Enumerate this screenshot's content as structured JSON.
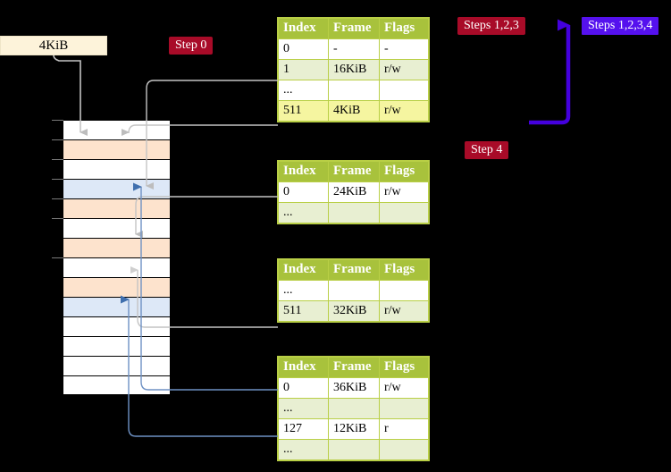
{
  "labels": {
    "size_box": "4KiB",
    "step0": "Step 0",
    "steps123": "Steps 1,2,3",
    "steps1234": "Steps 1,2,3,4",
    "step4": "Step 4"
  },
  "colors": {
    "badge_red": "#a80b28",
    "badge_blue": "#5511ee",
    "table_header": "#a8c23c",
    "table_border": "#b9cf46",
    "table_alt_row": "#e8efd2",
    "highlight": "#f5f5a0",
    "mem_peach": "#fde3cd",
    "mem_blue": "#dde8f7",
    "arrow_gray": "#b5b5b5",
    "arrow_blue": "#5b83b8",
    "box_cream": "#fdf3da"
  },
  "columns": [
    "Index",
    "Frame",
    "Flags"
  ],
  "tables": [
    {
      "name": "pml4-table",
      "rows": [
        {
          "index": "0",
          "frame": "-",
          "flags": "-",
          "style": "plain",
          "highlight": false
        },
        {
          "index": "1",
          "frame": "16KiB",
          "flags": "r/w",
          "style": "alt",
          "highlight": false
        },
        {
          "index": "...",
          "frame": "",
          "flags": "",
          "style": "plain",
          "highlight": false
        },
        {
          "index": "511",
          "frame": "4KiB",
          "flags": "r/w",
          "style": "alt",
          "highlight": true
        }
      ]
    },
    {
      "name": "pdp-table",
      "rows": [
        {
          "index": "0",
          "frame": "24KiB",
          "flags": "r/w",
          "style": "plain",
          "highlight": false
        },
        {
          "index": "...",
          "frame": "",
          "flags": "",
          "style": "alt",
          "highlight": false
        }
      ]
    },
    {
      "name": "pd-table",
      "rows": [
        {
          "index": "...",
          "frame": "",
          "flags": "",
          "style": "plain",
          "highlight": false
        },
        {
          "index": "511",
          "frame": "32KiB",
          "flags": "r/w",
          "style": "alt",
          "highlight": false
        }
      ]
    },
    {
      "name": "pt-table",
      "rows": [
        {
          "index": "0",
          "frame": "36KiB",
          "flags": "r/w",
          "style": "plain",
          "highlight": false
        },
        {
          "index": "...",
          "frame": "",
          "flags": "",
          "style": "alt",
          "highlight": false
        },
        {
          "index": "127",
          "frame": "12KiB",
          "flags": "r",
          "style": "plain",
          "highlight": false
        },
        {
          "index": "...",
          "frame": "",
          "flags": "",
          "style": "alt",
          "highlight": false
        }
      ]
    }
  ],
  "memory_rows": [
    {
      "fill": "white"
    },
    {
      "fill": "peach"
    },
    {
      "fill": "white"
    },
    {
      "fill": "blue"
    },
    {
      "fill": "peach"
    },
    {
      "fill": "white"
    },
    {
      "fill": "peach"
    },
    {
      "fill": "white"
    },
    {
      "fill": "peach"
    },
    {
      "fill": "blue"
    },
    {
      "fill": "white"
    },
    {
      "fill": "white"
    },
    {
      "fill": "white"
    },
    {
      "fill": "white"
    }
  ]
}
